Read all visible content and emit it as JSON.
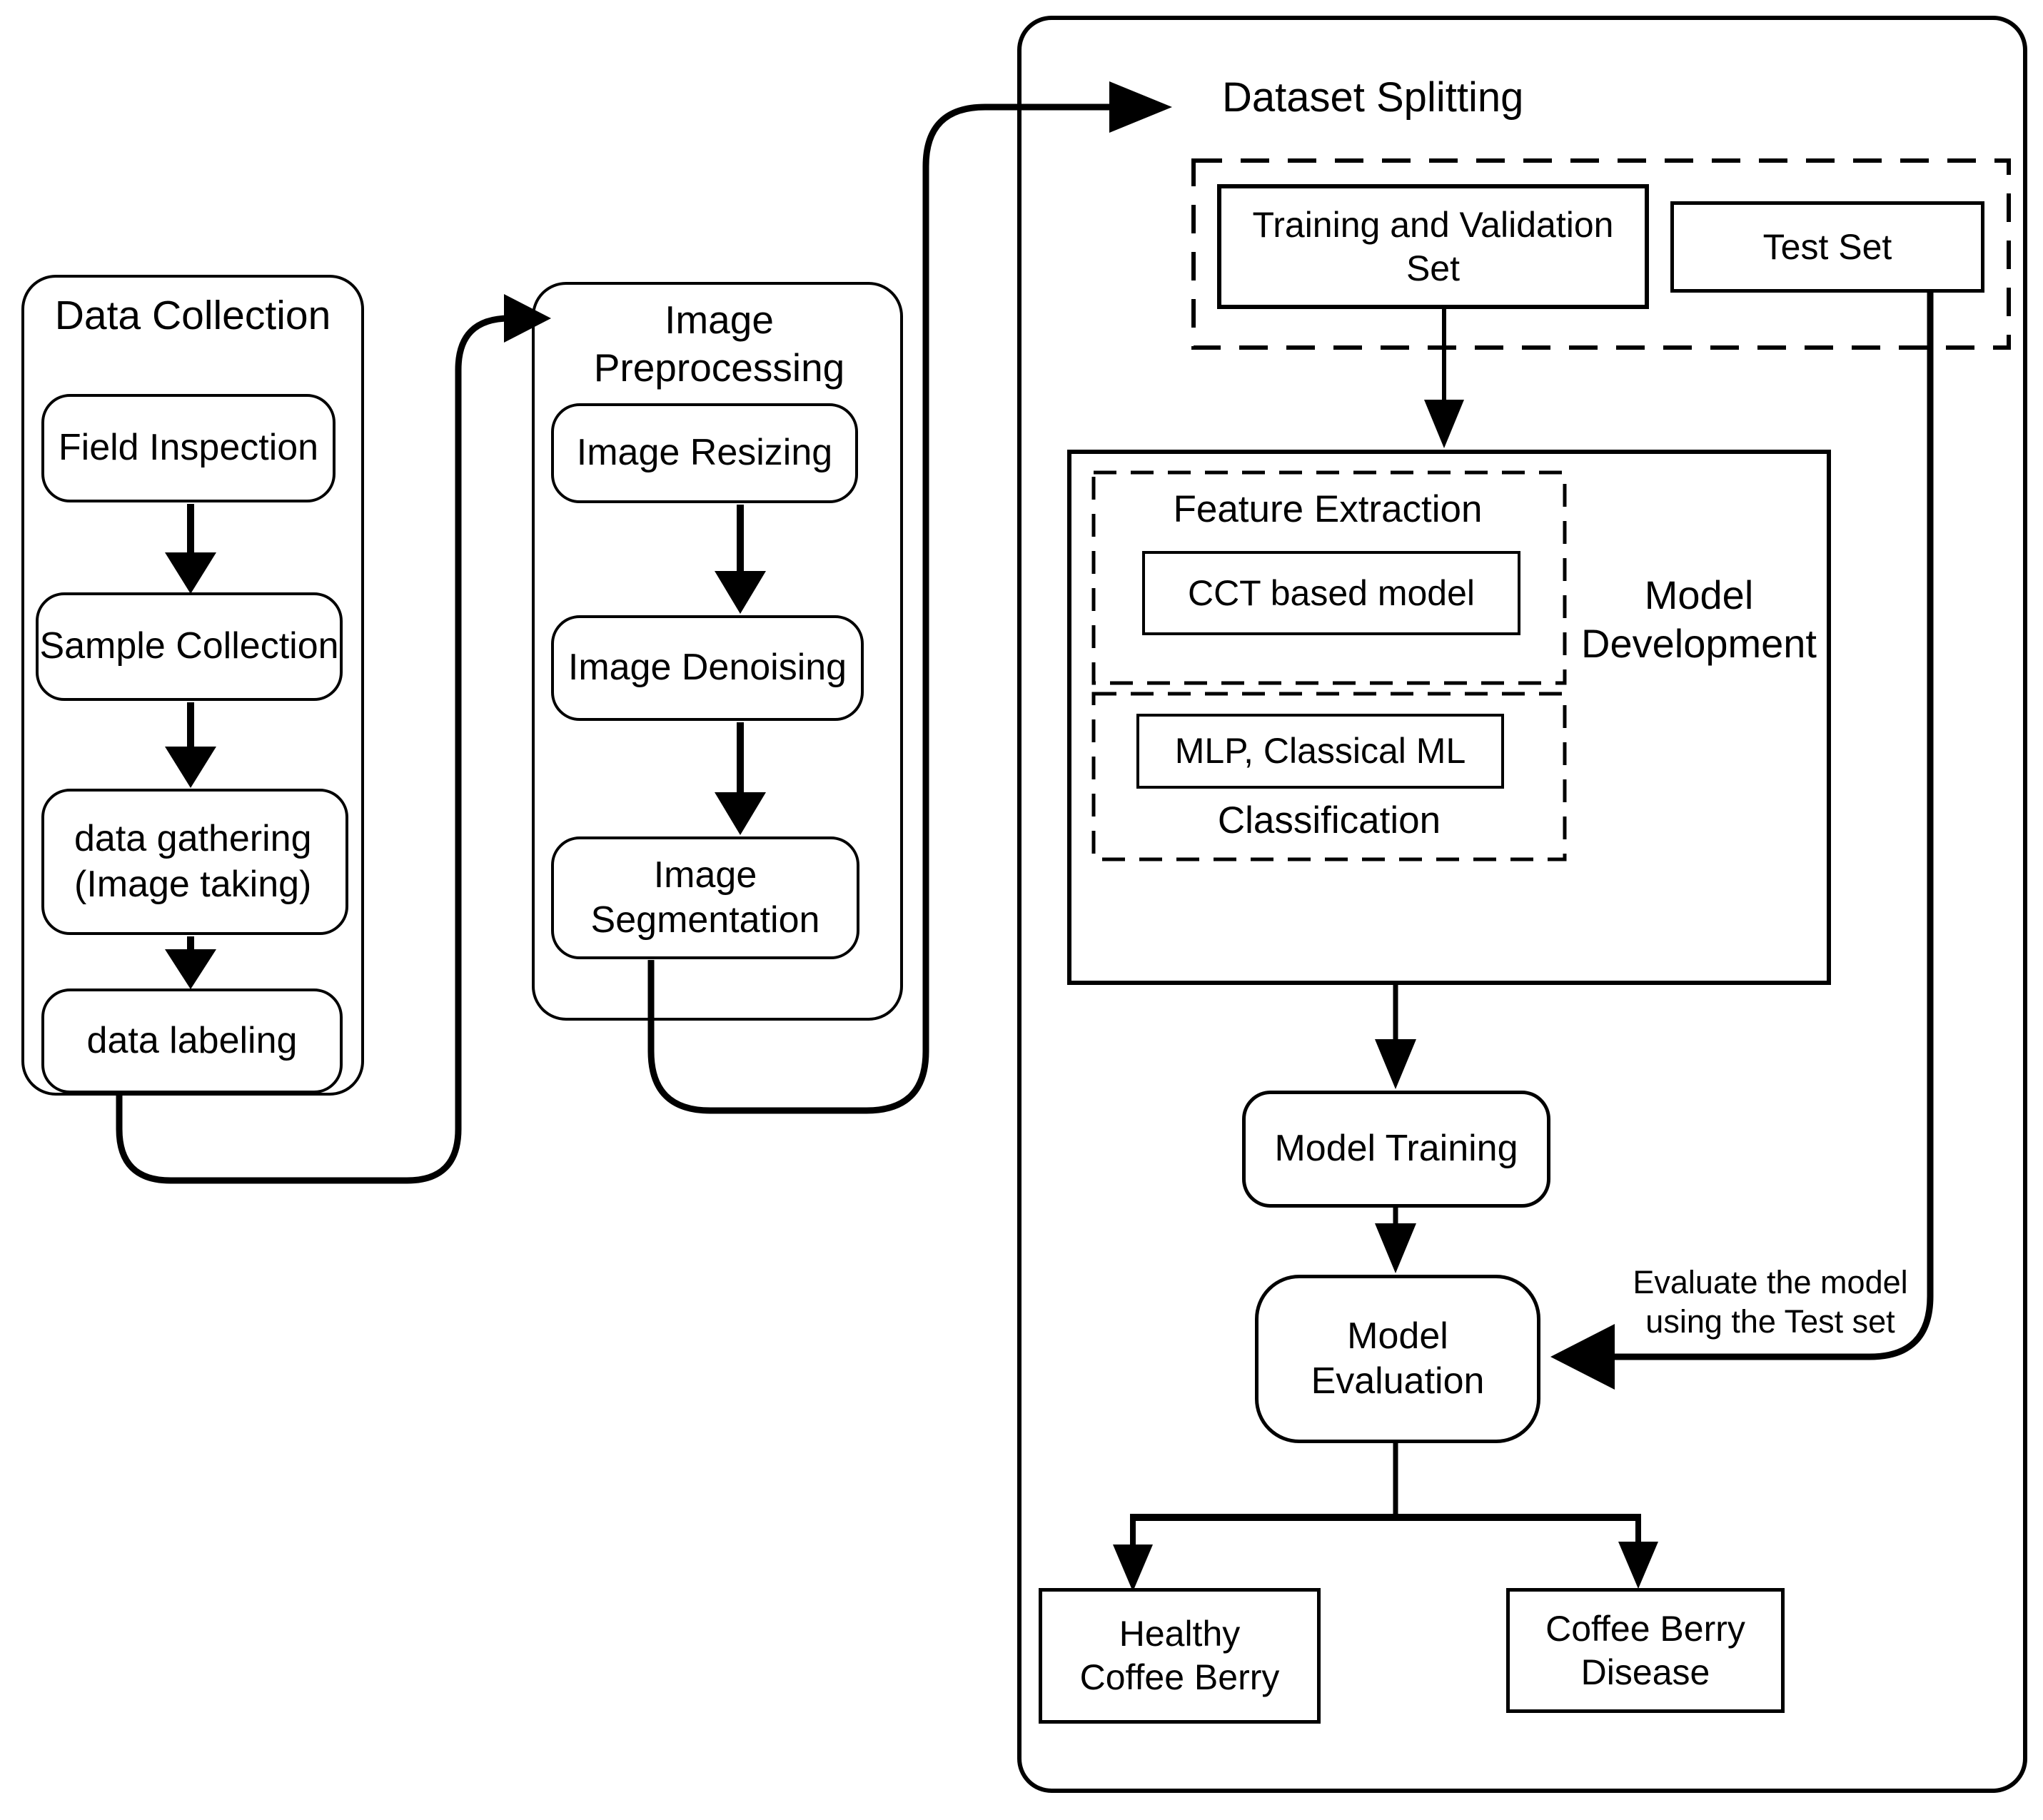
{
  "diagram": {
    "colors": {
      "stroke": "#000000",
      "background": "#ffffff"
    },
    "data_collection": {
      "title": "Data Collection",
      "steps": [
        "Field Inspection",
        "Sample Collection",
        "data gathering\n(Image taking)",
        "data labeling"
      ]
    },
    "image_preprocessing": {
      "title": "Image Preprocessing",
      "steps": [
        "Image Resizing",
        "Image Denoising",
        "Image\nSegmentation"
      ]
    },
    "pipeline": {
      "title": "Dataset Splitting",
      "training_validation_set": "Training and Validation\nSet",
      "test_set": "Test Set",
      "model_development": {
        "label": "Model\nDevelopment",
        "feature_extraction": {
          "title": "Feature Extraction",
          "model": "CCT based model"
        },
        "classification": {
          "models": "MLP, Classical ML",
          "title": "Classification"
        }
      },
      "model_training": "Model Training",
      "model_evaluation": "Model\nEvaluation",
      "evaluation_note": "Evaluate the model\nusing the Test set",
      "outputs": [
        "Healthy\nCoffee Berry",
        "Coffee Berry\nDisease"
      ]
    }
  }
}
